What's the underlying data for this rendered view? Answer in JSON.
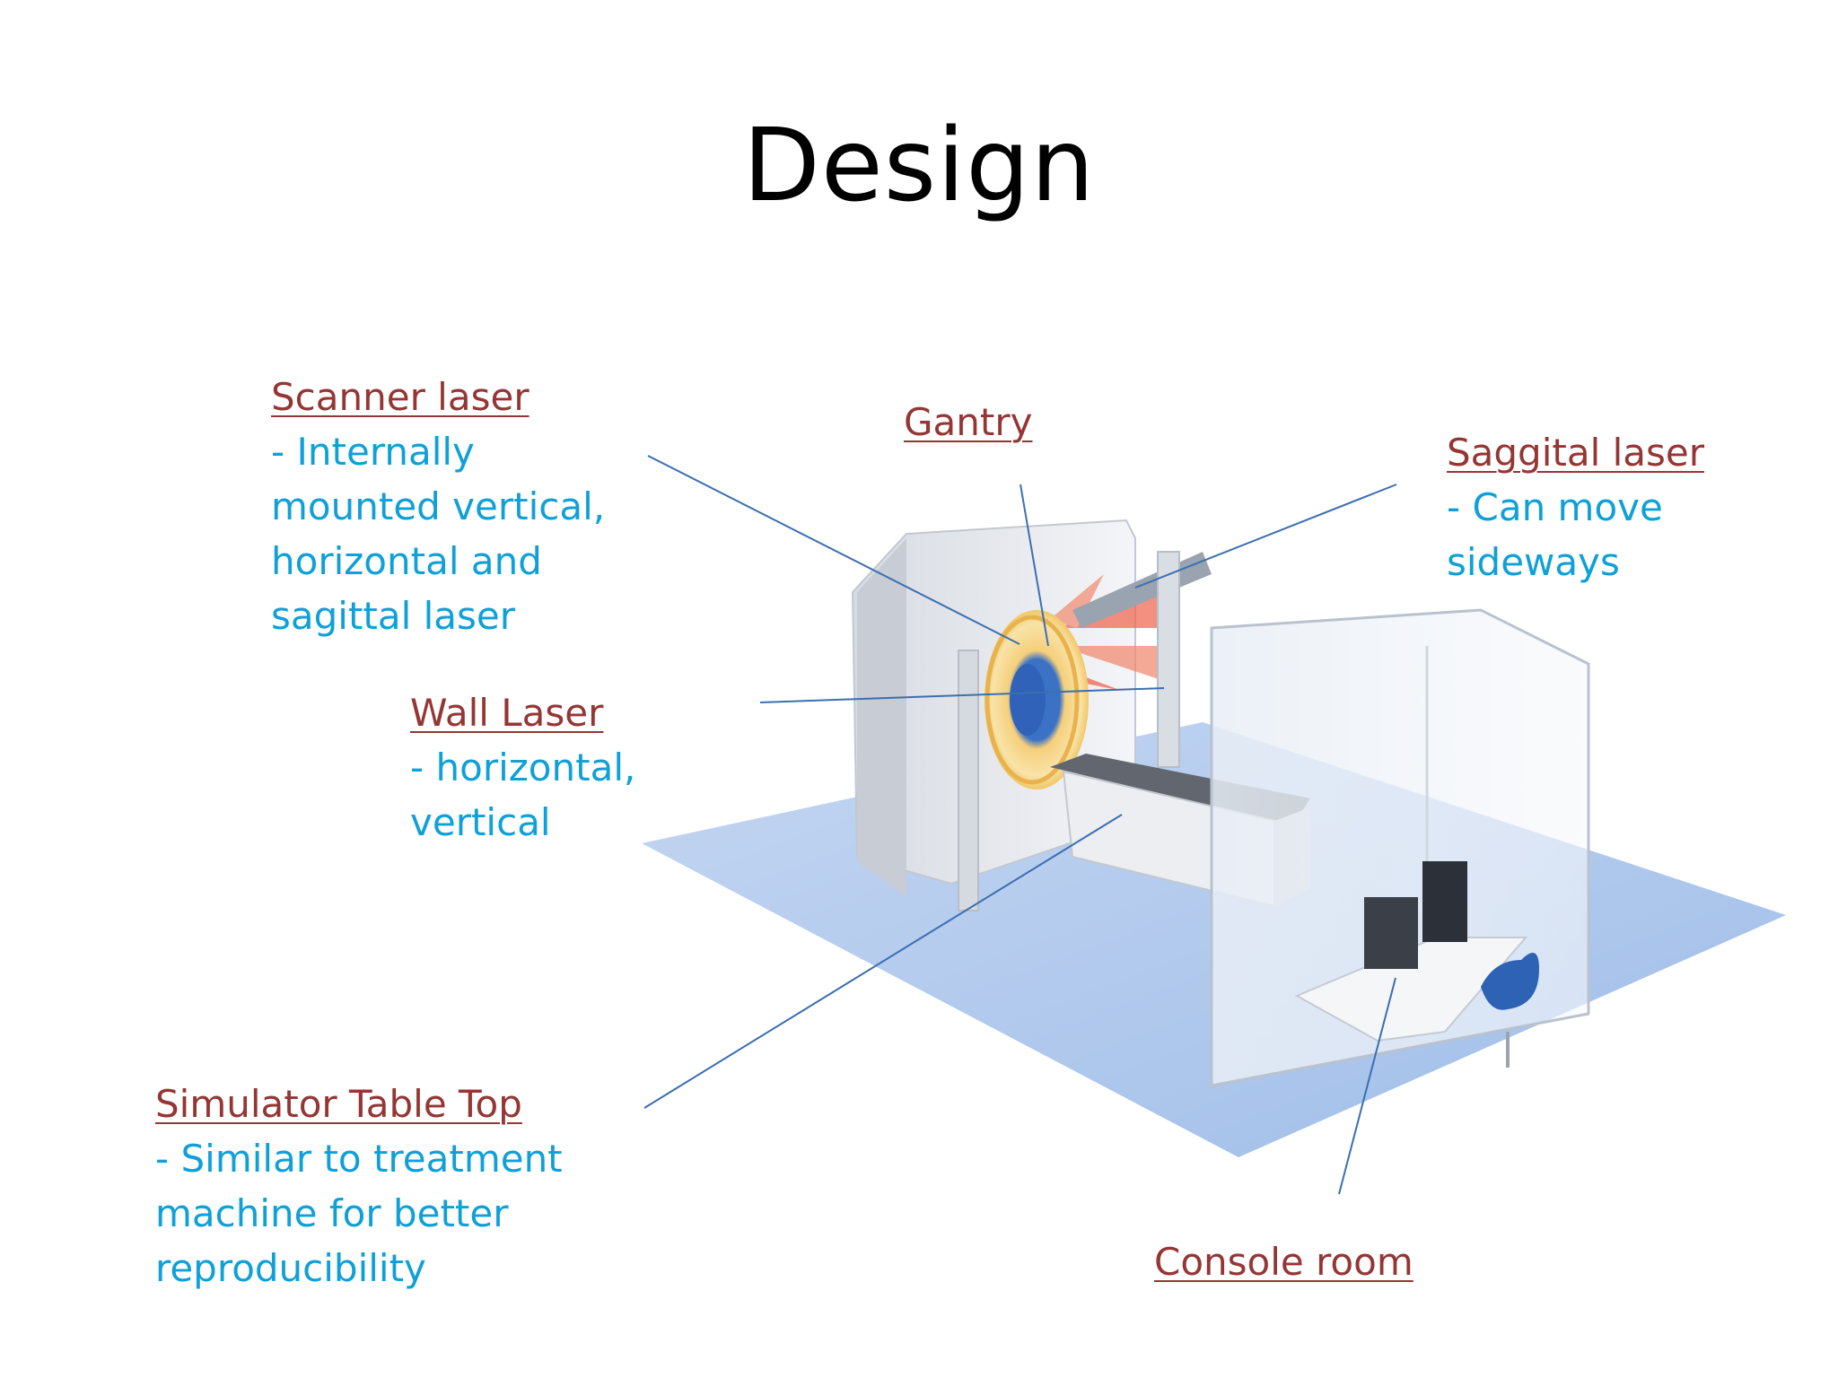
{
  "slide": {
    "title": "Design"
  },
  "callouts": {
    "scanner_laser": {
      "head": "Scanner laser",
      "desc": "- Internally\nmounted vertical,\nhorizontal and\nsagittal laser"
    },
    "gantry": {
      "head": "Gantry",
      "desc": ""
    },
    "saggital_laser": {
      "head": "Saggital laser",
      "desc": "- Can move\nsideways"
    },
    "wall_laser": {
      "head": "Wall Laser",
      "desc": "- horizontal,\nvertical"
    },
    "table_top": {
      "head": "Simulator Table Top",
      "desc": "- Similar to treatment\nmachine for better\nreproducibility"
    },
    "console_room": {
      "head": "Console room",
      "desc": ""
    }
  },
  "colors": {
    "heading": "#943634",
    "description": "#0fa0d8",
    "leader_line": "#3b6fb0",
    "floor": "#aac4ea"
  }
}
